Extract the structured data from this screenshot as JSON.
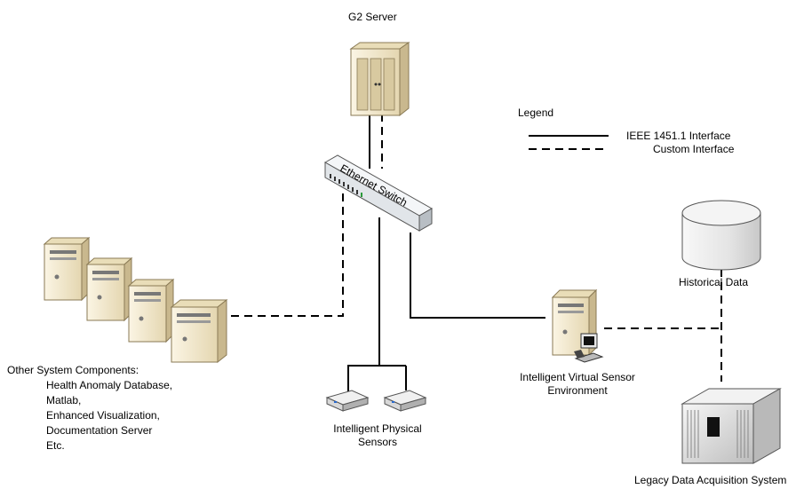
{
  "nodes": {
    "g2_server": "G2 Server",
    "ethernet_switch": "Ethernet Switch",
    "other_components": {
      "title": "Other System Components:",
      "items": [
        "Health Anomaly Database,",
        "Matlab,",
        "Enhanced Visualization,",
        "Documentation Server",
        "Etc."
      ]
    },
    "physical_sensors": [
      "Intelligent Physical",
      "Sensors"
    ],
    "virtual_sensor_env": [
      "Intelligent Virtual Sensor",
      "Environment"
    ],
    "historical_data": "Historical Data",
    "legacy_daq": "Legacy Data Acquisition System"
  },
  "legend": {
    "title": "Legend",
    "solid": "IEEE 1451.1 Interface",
    "dashed": "Custom Interface"
  },
  "colors": {
    "server_body": "#f2e8cf",
    "server_side": "#c9b88e",
    "switch_body": "#e9ecef",
    "db_body": "#ececec",
    "daq_body": "#e6e6e6"
  }
}
